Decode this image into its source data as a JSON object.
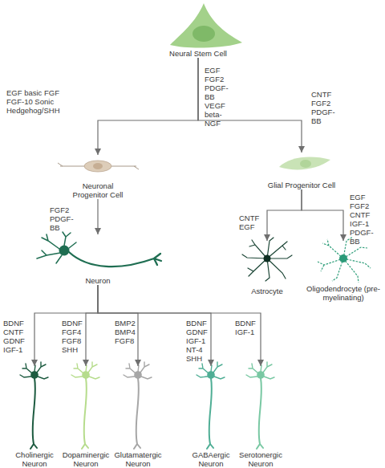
{
  "diagram": {
    "nodes": [
      {
        "text": [
          "Neural Stem Cell"
        ]
      },
      {
        "text": [
          "Neuronal Progenitor Cell"
        ]
      },
      {
        "text": [
          "Glial Progenitor Cell"
        ]
      },
      {
        "text": [
          "Neuron"
        ]
      },
      {
        "text": [
          "Astrocyte"
        ]
      },
      {
        "text": [
          "Oligodendrocyte (pre-myelinating)"
        ]
      },
      {
        "text": [
          "Cholinergic Neuron"
        ]
      },
      {
        "text": [
          "Dopaminergic Neuron"
        ]
      },
      {
        "text": [
          "Glutamatergic Neuron"
        ]
      },
      {
        "text": [
          "GABAergic Neuron"
        ]
      },
      {
        "text": [
          "Serotonergic Neuron"
        ]
      }
    ],
    "edges": [
      {
        "from": 0,
        "to": 1,
        "label": "EGF basic FGF FGF-10 Sonic Hedgehog/SHH",
        "arrow": "to"
      },
      {
        "from": 0,
        "to": 2,
        "label": "CNTF FGF2 PDGF-BB",
        "arrow": "to"
      },
      {
        "from": 1,
        "to": 3,
        "label": "FGF2 PDGF-BB",
        "arrow": "to"
      },
      {
        "from": 2,
        "to": 4,
        "label": "CNTF EGF",
        "arrow": "to"
      },
      {
        "from": 2,
        "to": 5,
        "label": "EGF FGF2 CNTF IGF-1 PDGF-BB",
        "arrow": "to"
      },
      {
        "from": 3,
        "to": 6,
        "label": "BDNF CNTF GDNF IGF-1",
        "arrow": "to"
      },
      {
        "from": 3,
        "to": 7,
        "label": "BDNF FGF4 FGF8 SHH",
        "arrow": "to"
      },
      {
        "from": 3,
        "to": 8,
        "label": "BMP2 BMP4 FGF8",
        "arrow": "to"
      },
      {
        "from": 3,
        "to": 9,
        "label": "BDNF GDNF IGF-1 NT-4 SHH",
        "arrow": "to"
      },
      {
        "from": 3,
        "to": 10,
        "label": "BDNF IGF-1",
        "arrow": "to"
      }
    ],
    "labels": [
      "EGF FGF2 PDGF-BB VEGF beta-NGF"
    ]
  }
}
